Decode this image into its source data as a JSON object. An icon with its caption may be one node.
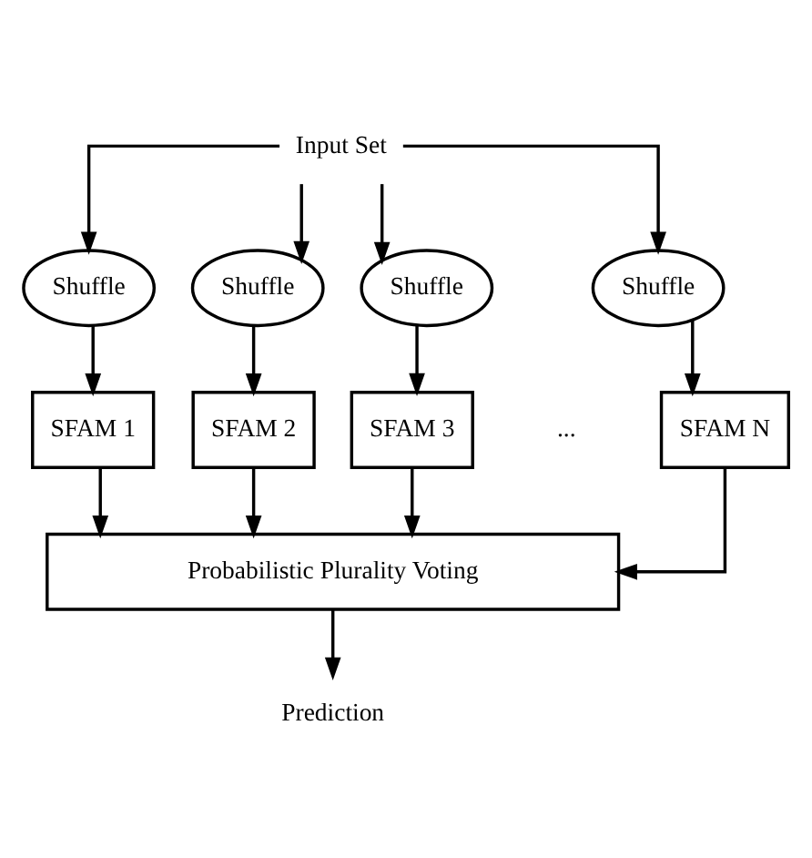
{
  "diagram": {
    "nodes": [
      {
        "text": [
          "Input Set"
        ]
      },
      {
        "text": [
          "Shuffle"
        ]
      },
      {
        "text": [
          "Shuffle"
        ]
      },
      {
        "text": [
          "Shuffle"
        ]
      },
      {
        "text": [
          "Shuffle"
        ]
      },
      {
        "text": [
          "SFAM 1"
        ]
      },
      {
        "text": [
          "SFAM 2"
        ]
      },
      {
        "text": [
          "SFAM 3"
        ]
      },
      {
        "text": [
          "SFAM N"
        ]
      },
      {
        "text": [
          "Probabilistic Plurality Voting"
        ]
      },
      {
        "text": [
          "Prediction"
        ]
      }
    ],
    "edges": [
      {
        "from": 0,
        "to": 1,
        "arrow": "to"
      },
      {
        "from": 0,
        "to": 2,
        "arrow": "to"
      },
      {
        "from": 0,
        "to": 3,
        "arrow": "to"
      },
      {
        "from": 0,
        "to": 4,
        "arrow": "to"
      },
      {
        "from": 1,
        "to": 5,
        "arrow": "to"
      },
      {
        "from": 2,
        "to": 6,
        "arrow": "to"
      },
      {
        "from": 3,
        "to": 7,
        "arrow": "to"
      },
      {
        "from": 4,
        "to": 8,
        "arrow": "to"
      },
      {
        "from": 5,
        "to": 9,
        "arrow": "to"
      },
      {
        "from": 6,
        "to": 9,
        "arrow": "to"
      },
      {
        "from": 7,
        "to": 9,
        "arrow": "to"
      },
      {
        "from": 8,
        "to": 9,
        "arrow": "to"
      },
      {
        "from": 9,
        "to": 10,
        "arrow": "to"
      }
    ],
    "labels": [
      "..."
    ]
  }
}
